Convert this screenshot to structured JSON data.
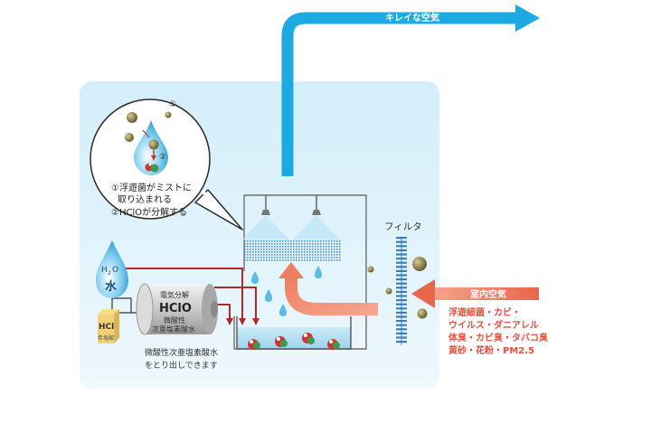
{
  "outlet_label": "キレイな空気",
  "filter_label": "フィルタ",
  "inlet_label": "室内空気",
  "pollutants": [
    "浮遊細菌・カビ・",
    "ウイルス・ダニアレル",
    "体臭・カビ臭・タバコ臭",
    "黄砂・花粉・PM2.5"
  ],
  "callout": {
    "marker_1": "①",
    "marker_2": "②",
    "lines": [
      "①浮遊菌がミストに",
      "取り込まれる",
      "②HClOが分解する"
    ]
  },
  "water": {
    "formula_h": "H",
    "formula_sub": "2",
    "formula_o": "O",
    "kanji": "水"
  },
  "hcl": {
    "label": "HCl",
    "sub": "希塩酸"
  },
  "electrolyzer": {
    "title": "電気分解",
    "formula": "HClO",
    "desc_1": "微酸性",
    "desc_2": "次亜塩素酸水"
  },
  "output_note": [
    "微酸性次亜塩素酸水",
    "をとり出しできます"
  ],
  "colors": {
    "panel_bg": "#dff2fb",
    "outlet_blue": "#1da9e1",
    "inlet_red": "#e8664a",
    "pollutant_text": "#e8503a",
    "pipe_red": "#b0282c"
  }
}
